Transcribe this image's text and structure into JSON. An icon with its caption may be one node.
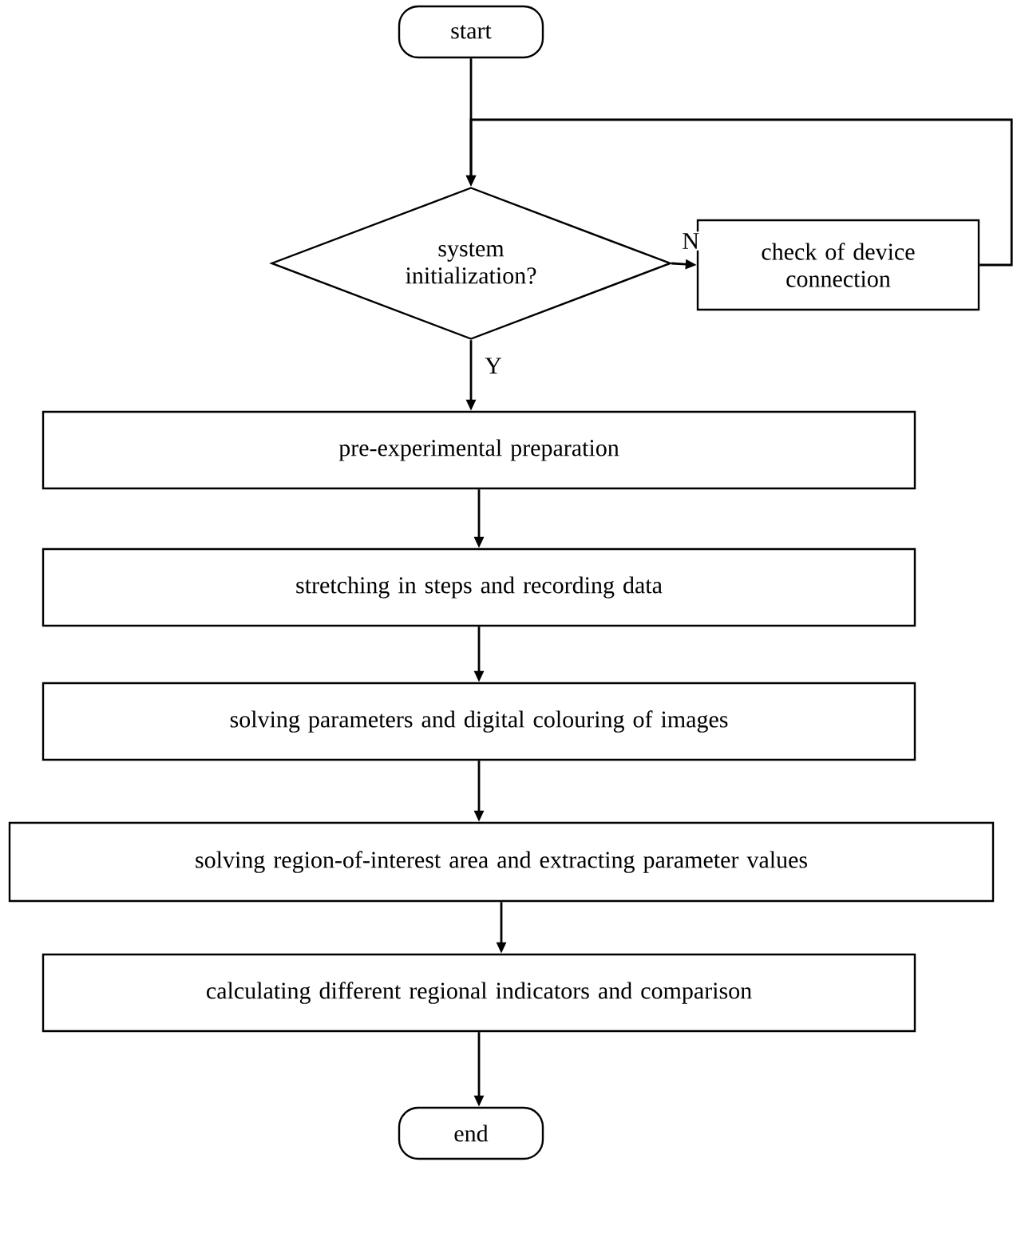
{
  "diagram": {
    "nodes": [
      {
        "text": [
          "start"
        ]
      },
      {
        "text": [
          "system initialization?"
        ]
      },
      {
        "text": [
          "check of device connection"
        ]
      },
      {
        "text": [
          "pre-experimental preparation"
        ]
      },
      {
        "text": [
          "stretching in steps and recording data"
        ]
      },
      {
        "text": [
          "solving parameters and digital colouring of images"
        ]
      },
      {
        "text": [
          "solving region-of-interest area and extracting parameter values"
        ]
      },
      {
        "text": [
          "calculating different regional indicators and comparison"
        ]
      },
      {
        "text": [
          "end"
        ]
      }
    ],
    "edges": [
      {
        "from": 0,
        "to": 1,
        "arrow": "to"
      },
      {
        "from": 1,
        "to": 2,
        "arrow": "to",
        "label": "N"
      },
      {
        "from": 2,
        "to": 1,
        "arrow": "to"
      },
      {
        "from": 1,
        "to": 3,
        "arrow": "to",
        "label": "Y"
      },
      {
        "from": 3,
        "to": 4,
        "arrow": "to"
      },
      {
        "from": 4,
        "to": 5,
        "arrow": "to"
      },
      {
        "from": 5,
        "to": 6,
        "arrow": "to"
      },
      {
        "from": 6,
        "to": 7,
        "arrow": "to"
      },
      {
        "from": 7,
        "to": 8,
        "arrow": "to"
      }
    ]
  }
}
